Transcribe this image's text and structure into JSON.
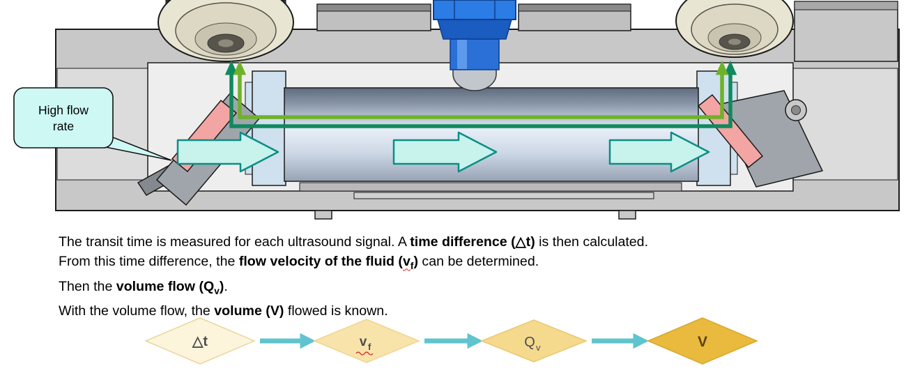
{
  "diagram": {
    "callout": {
      "line1": "High flow",
      "line2": "rate"
    },
    "colors": {
      "flow_arrow_fill": "#c7f3ec",
      "flow_arrow_stroke": "#0b8e85",
      "signal_green": "#6fb22a",
      "signal_teal": "#0f8a5e",
      "reflector_pink": "#f2a5a2",
      "sensor_blue": "#2b7ce4",
      "callout_fill": "#cdf8f3"
    }
  },
  "body_text": {
    "line1": {
      "pre": "The transit time is measured for each ultrasound signal. A ",
      "bold": "time difference (△t)",
      "post": " is then calculated."
    },
    "line2": {
      "pre": "From this time difference, the ",
      "bold_pre": "flow velocity of the fluid (",
      "var_main": "v",
      "var_sub": "f",
      "bold_post": ")",
      "post": " can be determined."
    },
    "line3": {
      "pre": "Then the ",
      "bold_pre": "volume flow (Q",
      "var_sub": "v",
      "bold_post": ")",
      "post": "."
    },
    "line4": {
      "pre": "With the volume flow, the ",
      "bold": "volume (V)",
      "post": " flowed is known."
    }
  },
  "flowchart": {
    "arrow_color": "#5fc4cd",
    "steps": [
      {
        "main": "△t",
        "sub": "",
        "fill": "#fcf5dc",
        "stroke": "#e9d6a0",
        "text_color": "#4d4d4d"
      },
      {
        "main": "v",
        "sub": "f",
        "fill": "#f8e3ab",
        "stroke": "#efd58f",
        "text_color": "#4d4d4d"
      },
      {
        "main": "Q",
        "sub": "v",
        "fill": "#f5d98d",
        "stroke": "#eac871",
        "text_color": "#4d4d4d"
      },
      {
        "main": "V",
        "sub": "",
        "fill": "#e9ba3d",
        "stroke": "#d8a72c",
        "text_color": "#594410"
      }
    ]
  }
}
